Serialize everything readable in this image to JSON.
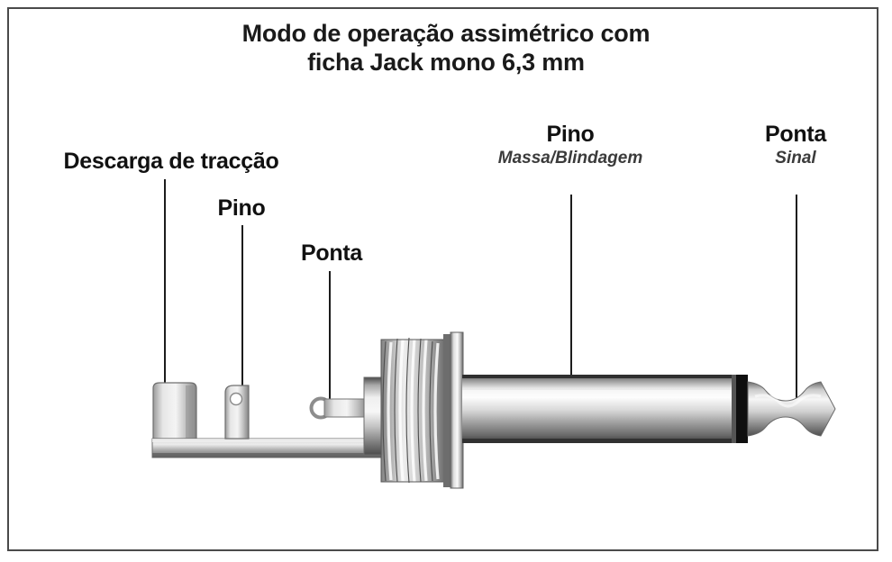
{
  "figure": {
    "title_line_1": "Modo de operação assimétrico com",
    "title_line_2": "ficha Jack mono 6,3 mm",
    "border_color": "#4a4a4a",
    "background_color": "#ffffff",
    "text_color": "#111111"
  },
  "callouts": {
    "strain_relief": {
      "caption": "Descarga de tracção",
      "subtitle": ""
    },
    "pin_left": {
      "caption": "Pino",
      "subtitle": ""
    },
    "tip_left": {
      "caption": "Ponta",
      "subtitle": ""
    },
    "pin_right": {
      "caption": "Pino",
      "subtitle": "Massa/Blindagem"
    },
    "tip_right": {
      "caption": "Ponta",
      "subtitle": "Sinal"
    }
  },
  "illustration": {
    "name": "6.3 mm mono jack plug cutaway",
    "parts": [
      "strain-relief-tab",
      "ground-pin-contact",
      "tip-contact",
      "spring-coil-sleeve",
      "flange-washer",
      "sleeve-barrel",
      "black-insulator-ring",
      "tip-cone"
    ],
    "metal_light": "#f2f2f2",
    "metal_mid": "#b9b9b9",
    "metal_dark": "#5a5a5a",
    "insulator_color": "#121212"
  }
}
